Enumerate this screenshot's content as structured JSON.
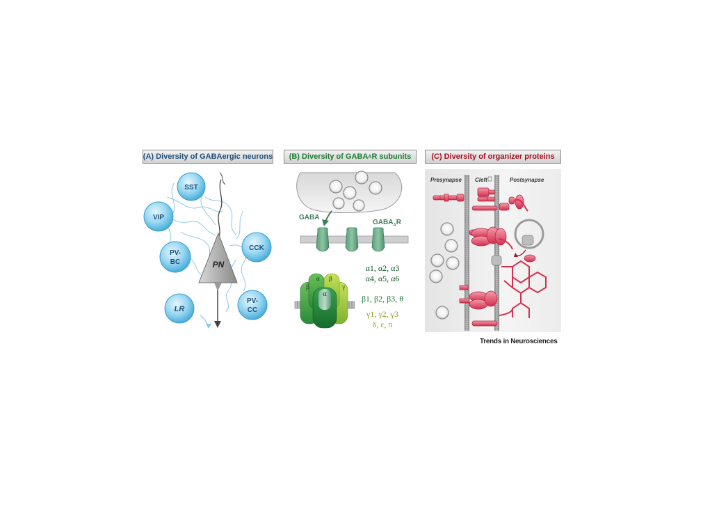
{
  "panels": {
    "a": {
      "title": "(A) Diversity of GABAergic neurons",
      "neurons": {
        "sst": "SST",
        "vip": "VIP",
        "pv_bc_1": "PV-",
        "pv_bc_2": "BC",
        "cck": "CCK",
        "lr": "LR",
        "pv_cc_1": "PV-",
        "pv_cc_2": "CC"
      },
      "pn": "PN"
    },
    "b": {
      "title_pre": "(B) Diversity of GABA",
      "title_sub": "A",
      "title_post": "R subunits",
      "gaba": "GABA",
      "receptor": "GABA",
      "receptor_sub": "A",
      "receptor_post": "R",
      "subunit_labels": {
        "beta_left": "β",
        "alpha_top": "α",
        "beta_top": "β",
        "alpha_center": "α",
        "gamma": "γ"
      },
      "alpha_list_1": "α1, α2, α3",
      "alpha_list_2": "α4, α5, α6",
      "beta_list": "β1, β2, β3, θ",
      "gamma_list_1": "γ1, γ2, γ3",
      "gamma_list_2": "δ, ε, π"
    },
    "c": {
      "title": "(C) Diversity of organizer proteins",
      "presynapse": "Presynapse",
      "cleft": "Cleft",
      "postsynapse": "Postsynapse"
    }
  },
  "credit": "Trends in Neurosciences",
  "colors": {
    "blue": "#1f4e79",
    "green": "#1e7b34",
    "red": "#a3101f",
    "neuron_fill": "#8fd3f0",
    "protein_red": "#e8425f"
  }
}
